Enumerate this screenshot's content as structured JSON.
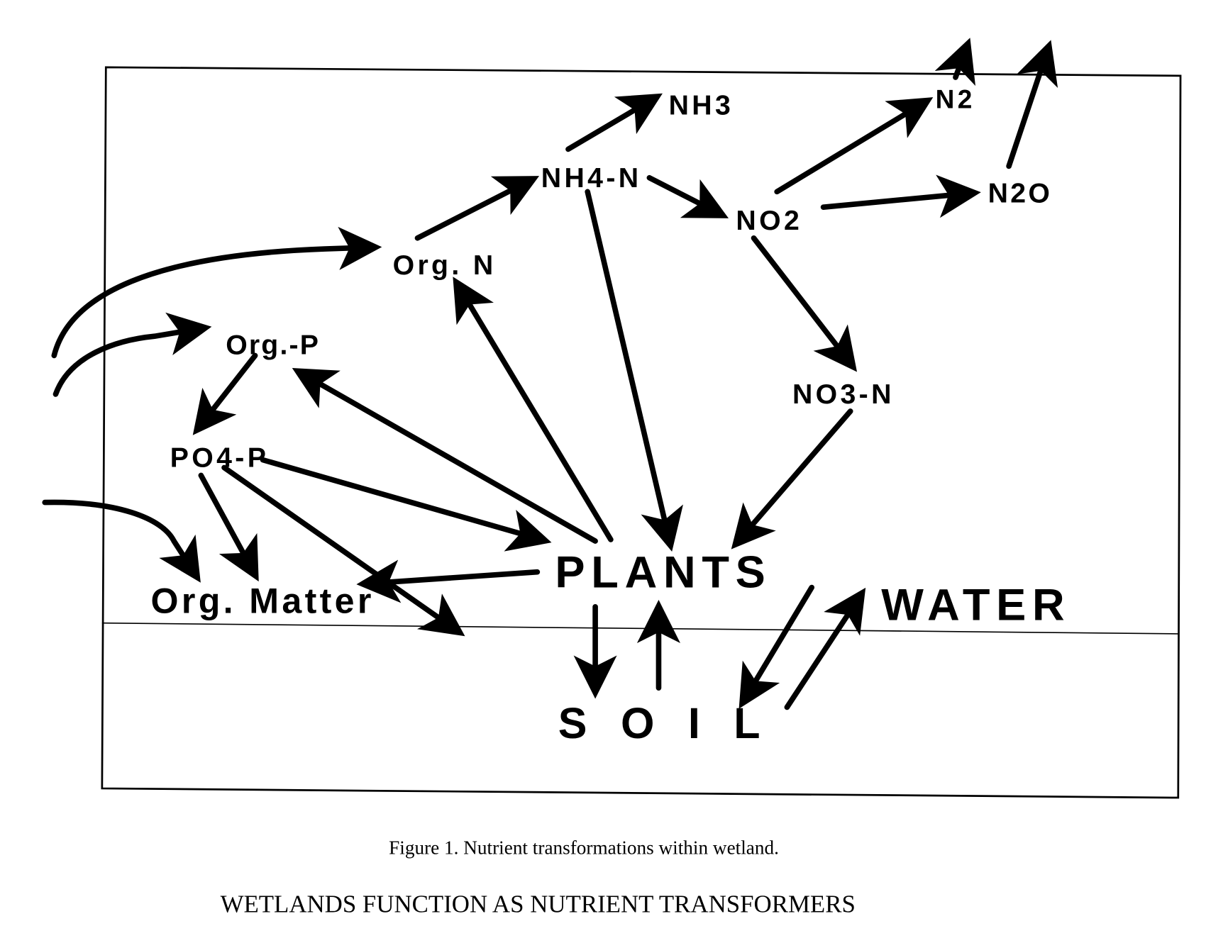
{
  "diagram": {
    "nodes": {
      "nh3": "NH3",
      "nh4": "NH4-N",
      "no2": "NO2",
      "n2": "N2",
      "n2o": "N2O",
      "org_n": "Org. N",
      "org_p": "Org.-P",
      "no3": "NO3-N",
      "po4": "PO4-P",
      "plants": "PLANTS",
      "org_matter": "Org. Matter",
      "water": "WATER",
      "soil": "S O I L"
    },
    "caption": "Figure 1. Nutrient transformations within wetland.",
    "title": "WETLANDS FUNCTION AS NUTRIENT TRANSFORMERS"
  }
}
